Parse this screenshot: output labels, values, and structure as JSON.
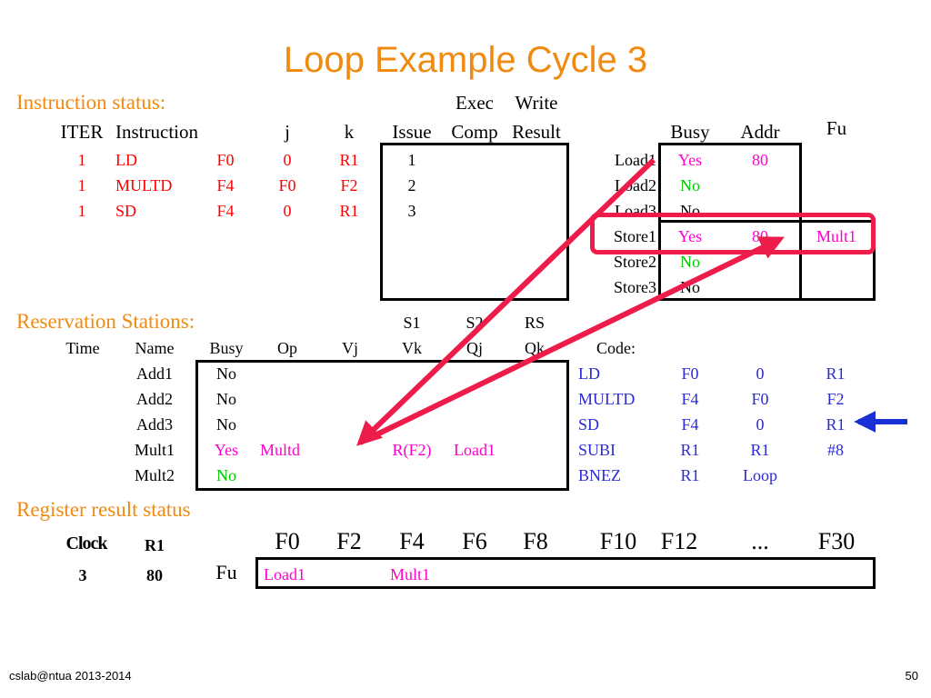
{
  "slide": {
    "title": "Loop Example Cycle 3",
    "footer_left": "cslab@ntua 2013-2014",
    "page_number": "50"
  },
  "instruction_status": {
    "label": "Instruction status:",
    "top_headers": [
      "Exec",
      "Write"
    ],
    "headers": [
      "ITER",
      "Instruction",
      "j",
      "k",
      "Issue",
      "Comp",
      "Result"
    ],
    "rows": [
      {
        "iter": "1",
        "op": "LD",
        "dest": "F0",
        "j": "0",
        "k": "R1",
        "issue": "1"
      },
      {
        "iter": "1",
        "op": "MULTD",
        "dest": "F4",
        "j": "F0",
        "k": "F2",
        "issue": "2"
      },
      {
        "iter": "1",
        "op": "SD",
        "dest": "F4",
        "j": "0",
        "k": "R1",
        "issue": "3"
      }
    ]
  },
  "load_store": {
    "headers": [
      "Busy",
      "Addr",
      "Fu"
    ],
    "rows": [
      {
        "name": "Load1",
        "busy": "Yes",
        "addr": "80",
        "fu": ""
      },
      {
        "name": "Load2",
        "busy": "No",
        "addr": "",
        "fu": ""
      },
      {
        "name": "Load3",
        "busy": "No",
        "addr": "",
        "fu": ""
      },
      {
        "name": "Store1",
        "busy": "Yes",
        "addr": "80",
        "fu": "Mult1"
      },
      {
        "name": "Store2",
        "busy": "No",
        "addr": "",
        "fu": ""
      },
      {
        "name": "Store3",
        "busy": "No",
        "addr": "",
        "fu": ""
      }
    ]
  },
  "reservation_stations": {
    "label": "Reservation Stations:",
    "top_headers": [
      "S1",
      "S2",
      "RS"
    ],
    "headers": [
      "Time",
      "Name",
      "Busy",
      "Op",
      "Vj",
      "Vk",
      "Qj",
      "Qk",
      "Code:"
    ],
    "rows": [
      {
        "name": "Add1",
        "busy": "No",
        "op": "",
        "vk": "",
        "qj": ""
      },
      {
        "name": "Add2",
        "busy": "No",
        "op": "",
        "vk": "",
        "qj": ""
      },
      {
        "name": "Add3",
        "busy": "No",
        "op": "",
        "vk": "",
        "qj": ""
      },
      {
        "name": "Mult1",
        "busy": "Yes",
        "op": "Multd",
        "vk": "R(F2)",
        "qj": "Load1"
      },
      {
        "name": "Mult2",
        "busy": "No",
        "op": "",
        "vk": "",
        "qj": ""
      }
    ]
  },
  "code": [
    [
      "LD",
      "F0",
      "0",
      "R1"
    ],
    [
      "MULTD",
      "F4",
      "F0",
      "F2"
    ],
    [
      "SD",
      "F4",
      "0",
      "R1"
    ],
    [
      "SUBI",
      "R1",
      "R1",
      "#8"
    ],
    [
      "BNEZ",
      "R1",
      "Loop",
      ""
    ]
  ],
  "register_status": {
    "label": "Register result status",
    "clock_label": "Clock",
    "clock_value": "3",
    "r1_label": "R1",
    "r1_value": "80",
    "fu_label": "Fu",
    "registers": [
      "F0",
      "F2",
      "F4",
      "F6",
      "F8",
      "F10",
      "F12",
      "...",
      "F30"
    ],
    "fu_values": [
      "Load1",
      "",
      "Mult1",
      "",
      "",
      "",
      "",
      "",
      ""
    ]
  },
  "colors": {
    "title": "#f08a10",
    "red": "#ff0000",
    "magenta": "#ff00cc",
    "green": "#00cc00",
    "blue": "#2b2bd6",
    "highlight": "#ee1c4a"
  }
}
